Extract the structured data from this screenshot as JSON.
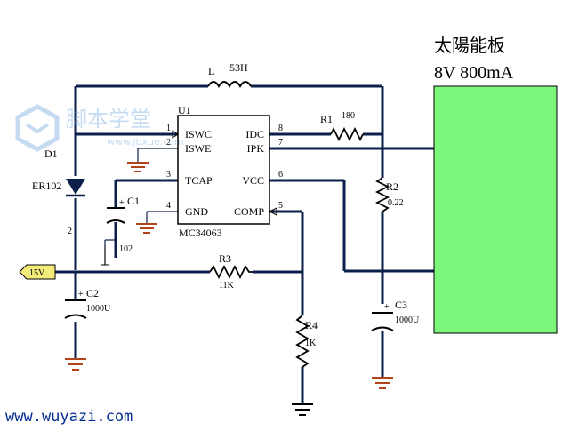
{
  "panel": {
    "title": "太陽能板",
    "rating": "8V 800mA",
    "fill_color": "#7df77b"
  },
  "ic": {
    "ref": "U1",
    "part": "MC34063",
    "pins": [
      {
        "num": "1",
        "name": "ISWC"
      },
      {
        "num": "2",
        "name": "ISWE"
      },
      {
        "num": "3",
        "name": "TCAP"
      },
      {
        "num": "4",
        "name": "GND"
      },
      {
        "num": "8",
        "name": "IDC"
      },
      {
        "num": "7",
        "name": "IPK"
      },
      {
        "num": "6",
        "name": "VCC"
      },
      {
        "num": "5",
        "name": "COMP"
      }
    ]
  },
  "components": {
    "inductor": {
      "ref": "L",
      "value": "53H"
    },
    "diode": {
      "ref": "D1",
      "part": "ER102"
    },
    "c1": {
      "ref": "C1",
      "value": "102"
    },
    "c2": {
      "ref": "C2",
      "value": "1000U"
    },
    "c3": {
      "ref": "C3",
      "value": "1000U"
    },
    "r1": {
      "ref": "R1",
      "value": "180"
    },
    "r2": {
      "ref": "R2",
      "value": "0.22"
    },
    "r3": {
      "ref": "R3",
      "value": "11K"
    },
    "r4": {
      "ref": "R4",
      "value": "1K"
    }
  },
  "output_port": {
    "label": "15V"
  },
  "diode_pin_mark": "2",
  "plus_sign": "+",
  "watermark": {
    "brand": "脚本学堂",
    "url": "www.jbxue.com"
  },
  "footer_url": "www.wuyazi.com",
  "colors": {
    "wire": "#0b1f4a",
    "ground": "#b0441a",
    "symbol": "#000000"
  }
}
